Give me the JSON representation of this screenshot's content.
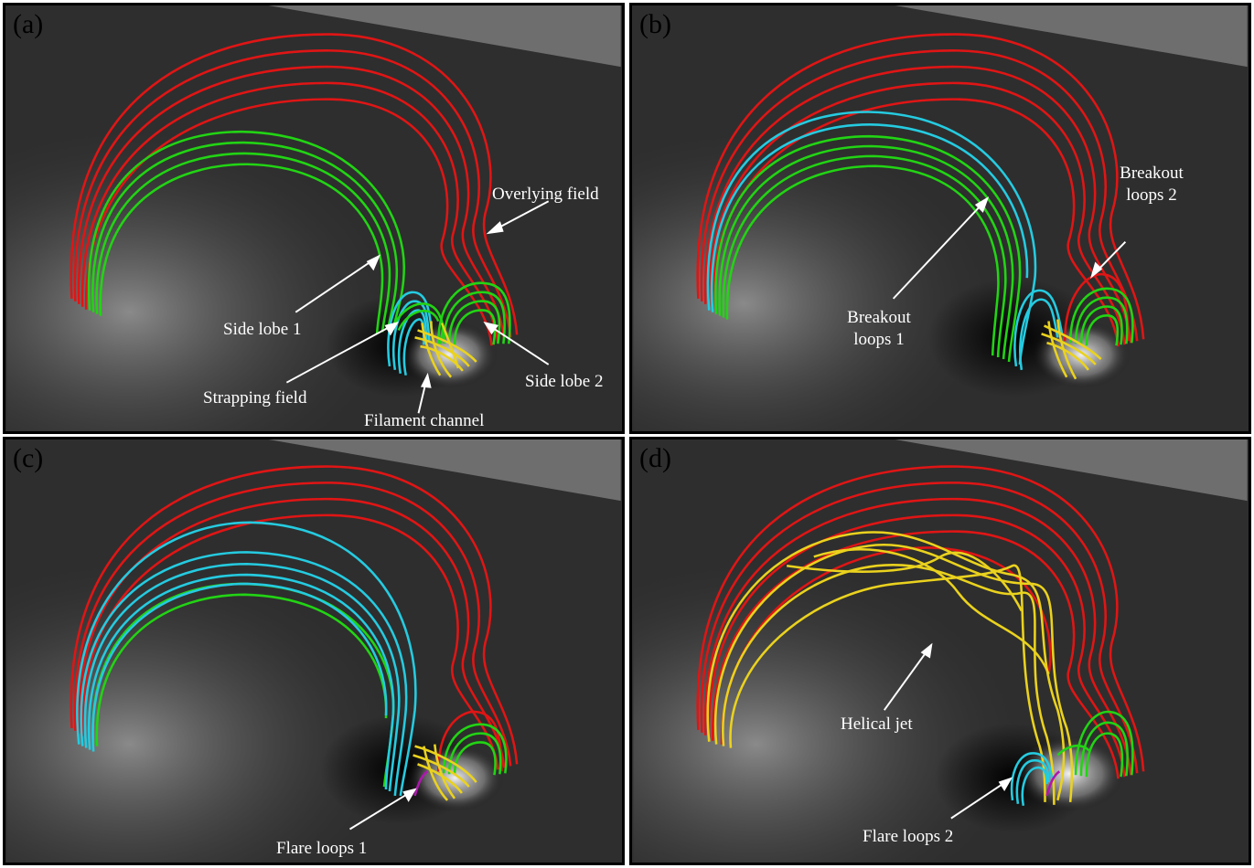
{
  "panels": [
    {
      "label": "(a)",
      "annotations": {
        "overlying": "Overlying field",
        "side_lobe_1": "Side lobe 1",
        "strapping": "Strapping field",
        "filament": "Filament channel",
        "side_lobe_2": "Side lobe 2"
      }
    },
    {
      "label": "(b)",
      "annotations": {
        "breakout_2": "Breakout\nloops 2",
        "breakout_1": "Breakout\nloops 1"
      }
    },
    {
      "label": "(c)",
      "annotations": {
        "flare_1": "Flare loops 1"
      }
    },
    {
      "label": "(d)",
      "annotations": {
        "helical": "Helical jet",
        "flare_2": "Flare loops 2"
      }
    }
  ],
  "colors": {
    "overlying": "#e01515",
    "side_lobe": "#22d414",
    "strapping": "#25cbe0",
    "filament": "#ead21e",
    "plane": "#333333",
    "sky": "#707070"
  }
}
